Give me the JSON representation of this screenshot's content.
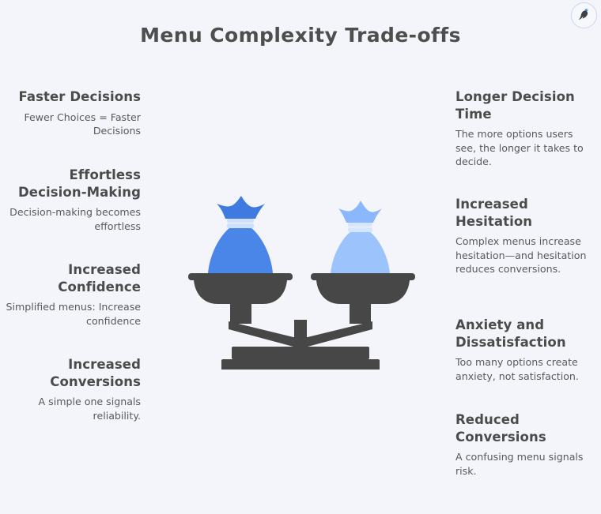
{
  "page": {
    "title": "Menu Complexity Trade-offs",
    "background_color": "#f4f5fa",
    "heading_color": "#4b4b4b",
    "body_color": "#555a60"
  },
  "brand": {
    "icon": "bird-logo-icon",
    "badge_border_color": "#c8d6ef",
    "mark_dark_color": "#3f3f46",
    "mark_accent_color": "#2f8fd6"
  },
  "left_column": {
    "align": "right",
    "items": [
      {
        "title": "Faster Decisions",
        "desc": "Fewer Choices = Faster Decisions"
      },
      {
        "title": "Effortless Decision-Making",
        "desc": "Decision-making becomes effortless"
      },
      {
        "title": "Increased Confidence",
        "desc": "Simplified menus: Increase confidence"
      },
      {
        "title": "Increased Conversions",
        "desc": "A simple one signals reliability."
      }
    ]
  },
  "right_column": {
    "align": "left",
    "items": [
      {
        "title": "Longer Decision Time",
        "desc": "The more options users see, the longer it takes to decide."
      },
      {
        "title": "Increased Hesitation",
        "desc": "Complex menus increase hesitation—and hesitation reduces conversions."
      },
      {
        "title": "Anxiety and Dissatisfaction",
        "desc": "Too many options create anxiety, not satisfaction."
      },
      {
        "title": "Reduced Conversions",
        "desc": "A confusing menu signals risk."
      }
    ]
  },
  "illustration": {
    "name": "balance-scale",
    "frame_color": "#474747",
    "left_bag_color": "#4a86e8",
    "left_bag_tie_color": "#3f7ae0",
    "right_bag_color": "#9dc3fd",
    "right_bag_tie_color": "#8bb7fc",
    "bag_band_color": "#cfe0ff"
  }
}
